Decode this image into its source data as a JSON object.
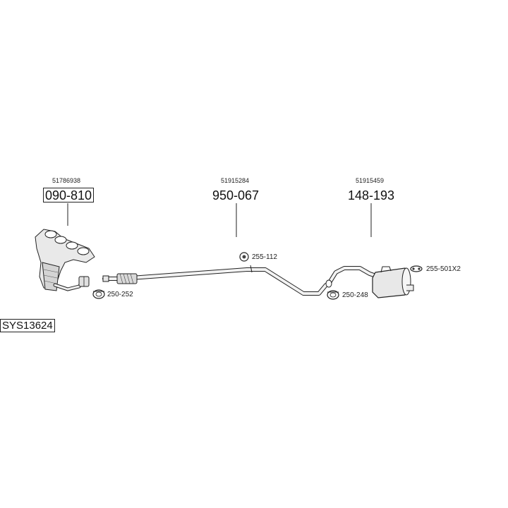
{
  "diagram": {
    "system_code": "SYS13624",
    "parts": [
      {
        "oem": "51786938",
        "part_number": "090-810"
      },
      {
        "oem": "51915284",
        "part_number": "950-067"
      },
      {
        "oem": "51915459",
        "part_number": "148-193"
      }
    ],
    "accessories": [
      {
        "code": "250-252"
      },
      {
        "code": "255-112"
      },
      {
        "code": "250-248"
      },
      {
        "code": "255-501X2"
      }
    ]
  }
}
